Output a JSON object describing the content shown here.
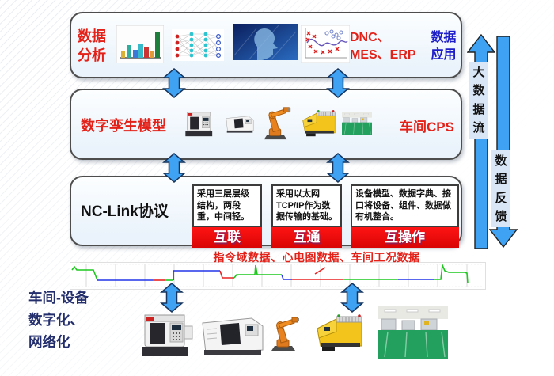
{
  "layer1": {
    "title": "数据分析",
    "apps_red": "DNC、MES、ERP",
    "apps_blue": "数据应用"
  },
  "layer2": {
    "title": "数字孪生模型",
    "right": "车间CPS"
  },
  "layer3": {
    "title": "NC-Link协议",
    "cards": [
      {
        "desc": "采用三层层级结构，两段重，中间轻。",
        "banner": "互联"
      },
      {
        "desc": "采用以太网TCP/IP作为数据传输的基础。",
        "banner": "互通"
      },
      {
        "desc": "设备模型、数据字典、接口将设备、组件、数据做有机整合。",
        "banner": "互操作"
      }
    ]
  },
  "caption": "指令域数据、心电图数据、车间工况数据",
  "side": {
    "up": "大数据流",
    "down": "数据反馈"
  },
  "bottom": {
    "label": "车间-设备\n数字化、\n网络化"
  },
  "colors": {
    "red_text": "#e32119",
    "blue_text": "#1d1dc8",
    "navy_text": "#232e6d",
    "banner_red": "#ee0f0f",
    "arrow_blue": "#3fa2f2",
    "box_border": "#4d4d4d",
    "wave_green": "#1ec81e",
    "wave_blue": "#2233e8",
    "wave_red": "#e82222"
  },
  "icons": [
    "bar-chart",
    "neural-network",
    "face-recognition",
    "scatter-plot",
    "cnc-mill",
    "cnc-lathe",
    "robot-arm",
    "agv-vehicle",
    "workshop-photo",
    "up-arrow",
    "down-arrow",
    "double-arrow"
  ]
}
